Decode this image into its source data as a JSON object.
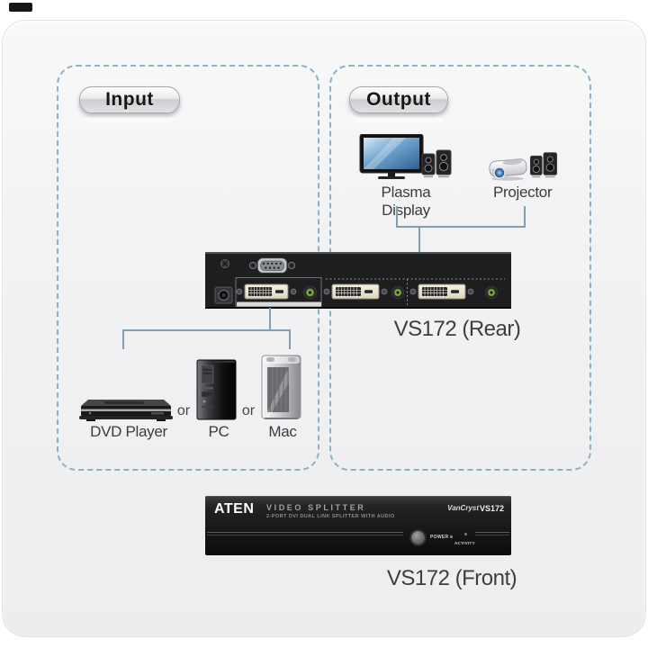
{
  "input_section": {
    "badge_label": "Input",
    "or_label": "or",
    "devices": [
      {
        "label": "DVD Player",
        "icon": "dvd-player-icon"
      },
      {
        "label": "PC",
        "icon": "pc-tower-icon"
      },
      {
        "label": "Mac",
        "icon": "mac-tower-icon"
      }
    ]
  },
  "output_section": {
    "badge_label": "Output",
    "devices": [
      {
        "label": "Plasma Display",
        "icon": "plasma-display-icon"
      },
      {
        "label": "Projector",
        "icon": "projector-icon"
      }
    ]
  },
  "rear_panel": {
    "caption": "VS172 (Rear)"
  },
  "front_panel": {
    "caption": "VS172 (Front)",
    "brand": "ATEN",
    "product_line": "VIDEO SPLITTER",
    "subtitle": "2-PORT DVI DUAL LINK SPLITTER WITH AUDIO",
    "series": "VanCryst",
    "model": "VS172",
    "power_label": "POWER",
    "activity_label": "ACTIVITY"
  },
  "colors": {
    "dashed_border": "#8db2c8",
    "connector_line": "#7f9fb3",
    "label_text": "#3e3e40",
    "audio_jack_green": "#6f9c36",
    "tv_screen_blue": "#2f5f96"
  }
}
